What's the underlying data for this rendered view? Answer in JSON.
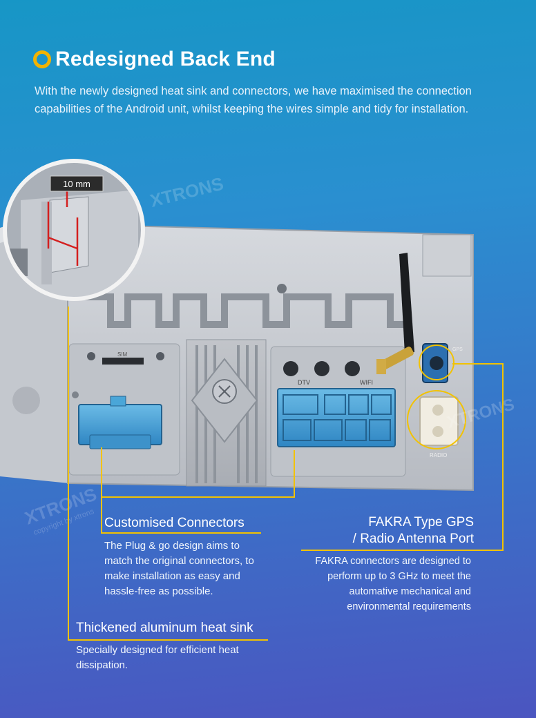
{
  "header": {
    "title": "Redesigned Back End",
    "intro": "With the newly designed heat sink and connectors, we have maximised the connection capabilities of the Android unit, whilst keeping the wires simple and tidy for installation."
  },
  "product_image": {
    "zoom_label": "10 mm",
    "sim_label": "SIM",
    "dtv_label": "DTV",
    "wifi_label": "WIFI",
    "gps_label": "GPS",
    "radio_label": "RADIO",
    "watermark_brand": "XTRONS",
    "watermark_copy": "copyright by xtrons"
  },
  "features": {
    "connectors": {
      "heading": "Customised Connectors",
      "body": "The Plug & go design aims to match the original connectors, to make installation as easy and hassle-free as possible."
    },
    "fakra": {
      "heading_line1": "FAKRA Type GPS",
      "heading_line2": "/ Radio Antenna Port",
      "body": "FAKRA connectors are designed to perform up to 3 GHz to meet the automative mechanical and environmental requirements"
    },
    "heatsink": {
      "heading": "Thickened aluminum heat sink",
      "body": "Specially designed for efficient heat dissipation."
    }
  },
  "colors": {
    "accent": "#f2c200",
    "connector_blue": "#4aa6d8",
    "chassis": "#c9ccd1"
  }
}
